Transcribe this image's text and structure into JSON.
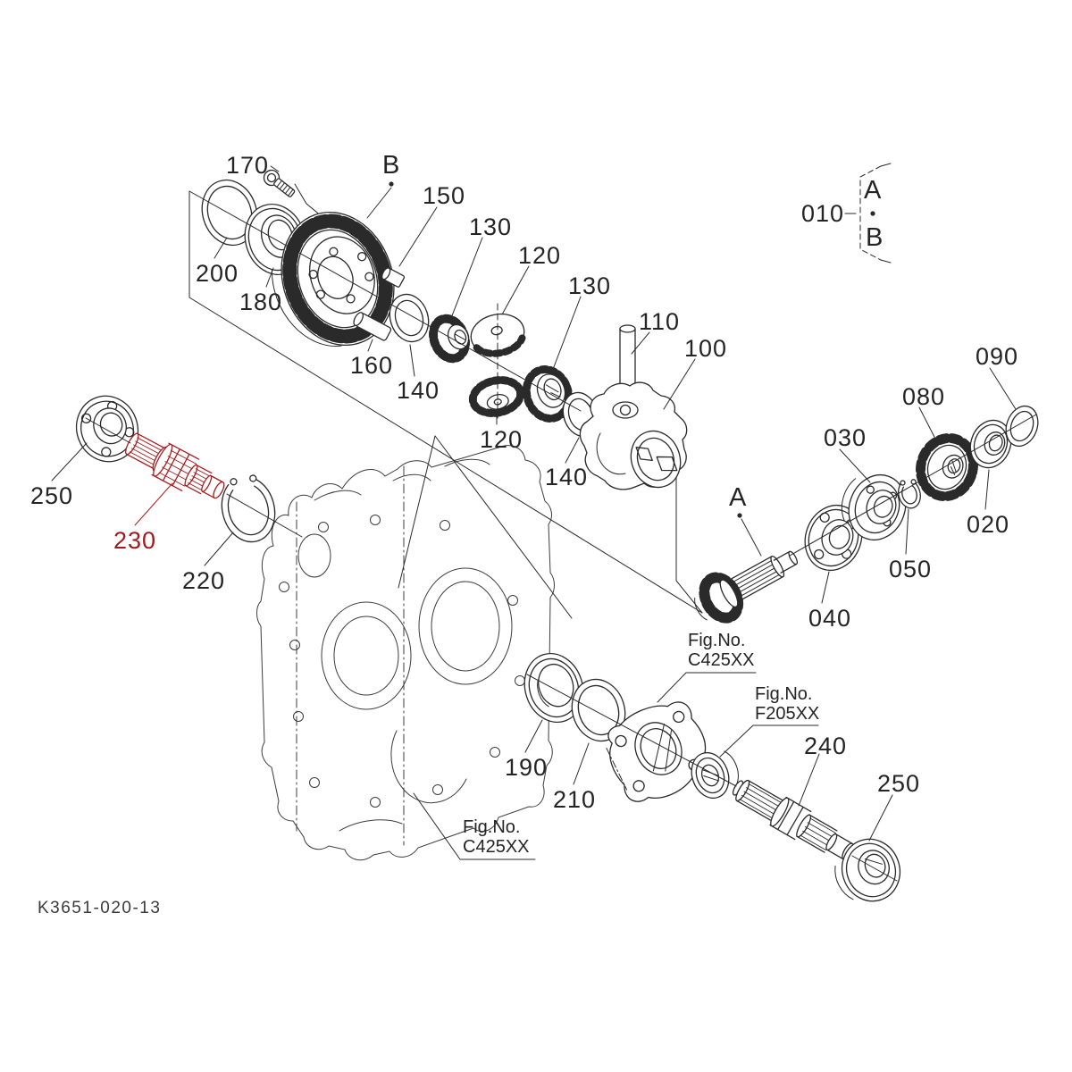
{
  "drawing": {
    "number": "K3651-020-13",
    "highlight_color": "#a91c1e",
    "line_color": "#2a2a2a",
    "background": "#ffffff"
  },
  "callouts": {
    "c170": "170",
    "cB": "B",
    "c150": "150",
    "c130a": "130",
    "c120a": "120",
    "c130b": "130",
    "c110": "110",
    "c100": "100",
    "c200": "200",
    "c180": "180",
    "c160": "160",
    "c140a": "140",
    "c120b": "120",
    "c140b": "140",
    "c010": "010",
    "c010A": "A",
    "c010B": "B",
    "c090": "090",
    "c080": "080",
    "c030": "030",
    "c020": "020",
    "c050": "050",
    "c040": "040",
    "cA": "A",
    "c250a": "250",
    "c230": "230",
    "c220": "220",
    "c190": "190",
    "c210": "210",
    "c240": "240",
    "c250b": "250"
  },
  "fig_refs": {
    "upper": {
      "line1": "Fig.No.",
      "line2": "C425XX"
    },
    "shaft": {
      "line1": "Fig.No.",
      "line2": "F205XX"
    },
    "lower": {
      "line1": "Fig.No.",
      "line2": "C425XX"
    }
  },
  "highlighted_part": "230"
}
